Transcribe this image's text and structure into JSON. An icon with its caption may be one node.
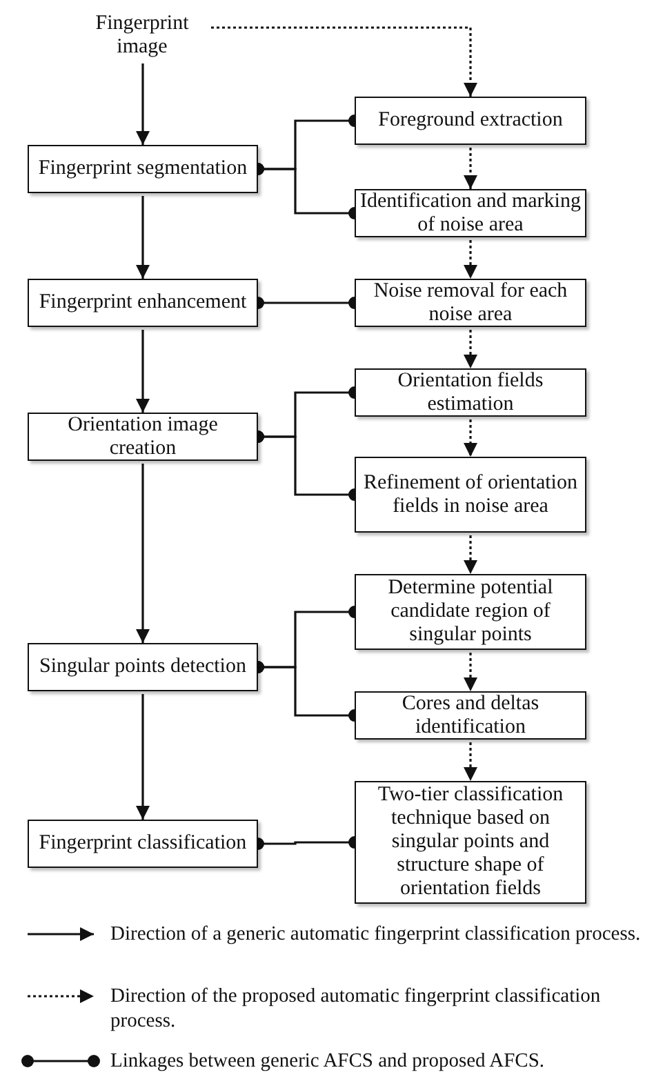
{
  "diagram": {
    "nodes": [
      {
        "text": [
          "Fingerprint image"
        ]
      },
      {
        "text": [
          "Fingerprint segmentation"
        ]
      },
      {
        "text": [
          "Fingerprint enhancement"
        ]
      },
      {
        "text": [
          "Orientation image creation"
        ]
      },
      {
        "text": [
          "Singular points detection"
        ]
      },
      {
        "text": [
          "Fingerprint classification"
        ]
      },
      {
        "text": [
          "Foreground extraction"
        ]
      },
      {
        "text": [
          "Identification and marking of noise area"
        ]
      },
      {
        "text": [
          "Noise removal for each noise area"
        ]
      },
      {
        "text": [
          "Orientation fields estimation"
        ]
      },
      {
        "text": [
          "Refinement of orientation fields in noise area"
        ]
      },
      {
        "text": [
          "Determine potential candidate region of singular points"
        ]
      },
      {
        "text": [
          "Cores and deltas identification"
        ]
      },
      {
        "text": [
          "Two-tier classification technique based on singular points and structure shape of orientation fields"
        ]
      }
    ],
    "edges": [
      {
        "from": 0,
        "to": 1,
        "arrow": "to"
      },
      {
        "from": 1,
        "to": 2,
        "arrow": "to"
      },
      {
        "from": 2,
        "to": 3,
        "arrow": "to"
      },
      {
        "from": 3,
        "to": 4,
        "arrow": "to"
      },
      {
        "from": 4,
        "to": 5,
        "arrow": "to"
      },
      {
        "from": 0,
        "to": 6,
        "arrow": "to",
        "style": "dashed"
      },
      {
        "from": 6,
        "to": 7,
        "arrow": "to",
        "style": "dashed"
      },
      {
        "from": 7,
        "to": 8,
        "arrow": "to",
        "style": "dashed"
      },
      {
        "from": 8,
        "to": 9,
        "arrow": "to",
        "style": "dashed"
      },
      {
        "from": 9,
        "to": 10,
        "arrow": "to",
        "style": "dashed"
      },
      {
        "from": 10,
        "to": 11,
        "arrow": "to",
        "style": "dashed"
      },
      {
        "from": 11,
        "to": 12,
        "arrow": "to",
        "style": "dashed"
      },
      {
        "from": 12,
        "to": 13,
        "arrow": "to",
        "style": "dashed"
      },
      {
        "from": 1,
        "to": 6,
        "arrow": "other"
      },
      {
        "from": 1,
        "to": 7,
        "arrow": "other"
      },
      {
        "from": 2,
        "to": 8,
        "arrow": "other"
      },
      {
        "from": 3,
        "to": 9,
        "arrow": "other"
      },
      {
        "from": 3,
        "to": 10,
        "arrow": "other"
      },
      {
        "from": 4,
        "to": 11,
        "arrow": "other"
      },
      {
        "from": 4,
        "to": 12,
        "arrow": "other"
      },
      {
        "from": 5,
        "to": 13,
        "arrow": "other"
      }
    ],
    "legend": [
      {
        "text": "Direction of a generic automatic fingerprint classification process."
      },
      {
        "text": "Direction of the proposed automatic fingerprint classification process."
      },
      {
        "text": "Linkages between generic AFCS and proposed AFCS."
      }
    ]
  }
}
